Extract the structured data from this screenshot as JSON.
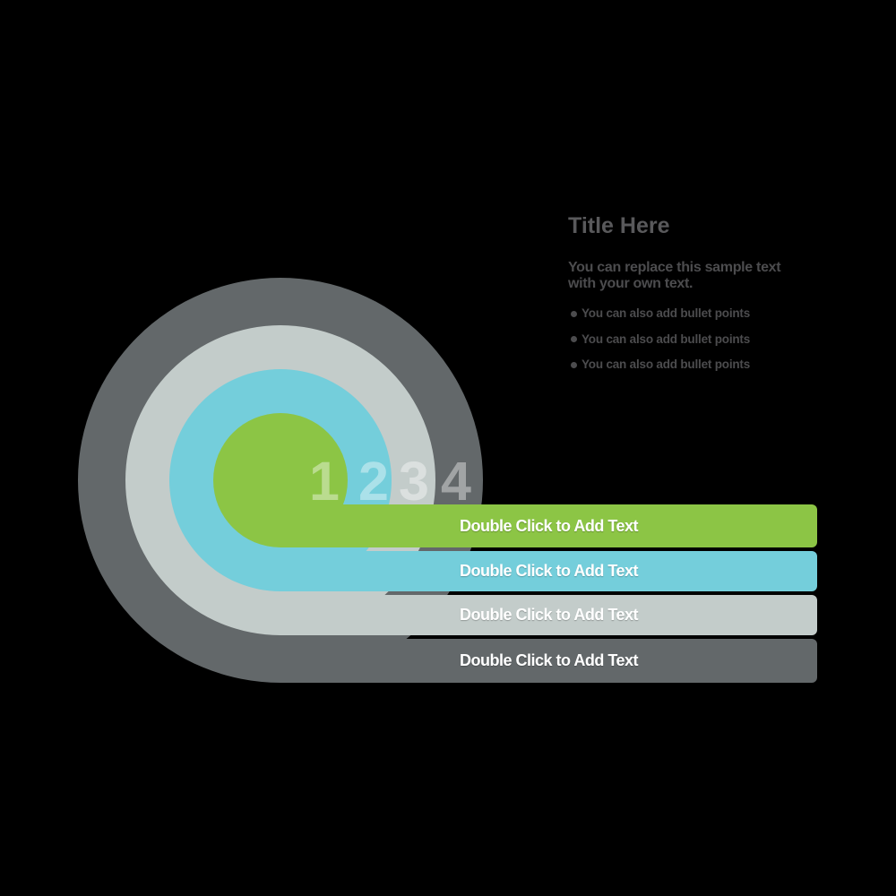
{
  "background_color": "#000000",
  "colors": {
    "step1_green": "#8CC545",
    "step2_blue": "#74CEDB",
    "step3_light_gray": "#C3CCCA",
    "step4_dark_gray": "#63686A",
    "bar_label_text": "#FFFFFF",
    "panel_title_text": "#59595B",
    "panel_body_text": "#4C4C4E"
  },
  "diagram": {
    "bars": [
      {
        "number": "1",
        "label": "Double Click to Add Text",
        "color": "#8CC545"
      },
      {
        "number": "2",
        "label": "Double Click to Add Text",
        "color": "#74CEDB"
      },
      {
        "number": "3",
        "label": "Double Click to Add Text",
        "color": "#C3CCCA"
      },
      {
        "number": "4",
        "label": "Double Click to Add Text",
        "color": "#63686A"
      }
    ]
  },
  "panel": {
    "title": "Title Here",
    "body_lines": [
      "You can replace this sample text",
      "with your own text."
    ],
    "bullets": [
      "You can also add bullet points",
      "You can also add bullet points",
      "You can also add bullet points"
    ]
  }
}
